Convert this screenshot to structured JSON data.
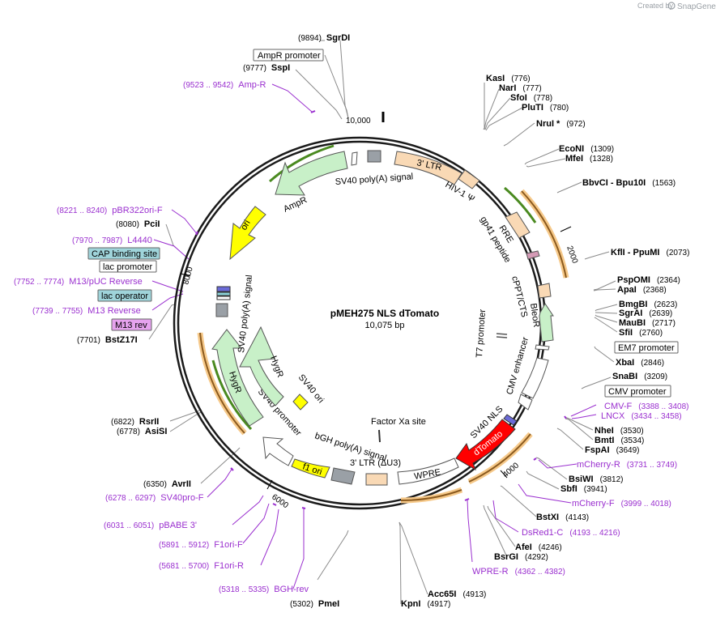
{
  "header": {
    "credit": "Created by",
    "brand": "SnapGene"
  },
  "plasmid": {
    "name": "pMEH275 NLS dTomato",
    "size_label": "10,075 bp",
    "length": 10075
  },
  "ticks": [
    "10,000",
    "2000",
    "4000",
    "6000",
    "8000"
  ],
  "sites": [
    {
      "name": "SgrDI",
      "pos": "(9894)"
    },
    {
      "name": "SspI",
      "pos": "(9777)"
    },
    {
      "name": "KasI",
      "pos": "(776)"
    },
    {
      "name": "NarI",
      "pos": "(777)"
    },
    {
      "name": "SfoI",
      "pos": "(778)"
    },
    {
      "name": "PluTI",
      "pos": "(780)"
    },
    {
      "name": "NruI *",
      "pos": "(972)"
    },
    {
      "name": "EcoNI",
      "pos": "(1309)"
    },
    {
      "name": "MfeI",
      "pos": "(1328)"
    },
    {
      "name": "BbvCI  - Bpu10I",
      "pos": "(1563)"
    },
    {
      "name": "KflI  - PpuMI",
      "pos": "(2073)"
    },
    {
      "name": "PspOMI",
      "pos": "(2364)"
    },
    {
      "name": "ApaI",
      "pos": "(2368)"
    },
    {
      "name": "BmgBI",
      "pos": "(2623)"
    },
    {
      "name": "SgrAI",
      "pos": "(2639)"
    },
    {
      "name": "MauBI",
      "pos": "(2717)"
    },
    {
      "name": "SfiI",
      "pos": "(2760)"
    },
    {
      "name": "XbaI",
      "pos": "(2846)"
    },
    {
      "name": "SnaBI",
      "pos": "(3209)"
    },
    {
      "name": "NheI",
      "pos": "(3530)"
    },
    {
      "name": "BmtI",
      "pos": "(3534)"
    },
    {
      "name": "FspAI",
      "pos": "(3649)"
    },
    {
      "name": "BsiWI",
      "pos": "(3812)"
    },
    {
      "name": "SbfI",
      "pos": "(3941)"
    },
    {
      "name": "BstXI",
      "pos": "(4143)"
    },
    {
      "name": "AfeI",
      "pos": "(4246)"
    },
    {
      "name": "BsrGI",
      "pos": "(4292)"
    },
    {
      "name": "Acc65I",
      "pos": "(4913)"
    },
    {
      "name": "KpnI",
      "pos": "(4917)"
    },
    {
      "name": "PmeI",
      "pos": "(5302)"
    },
    {
      "name": "AvrII",
      "pos": "(6350)"
    },
    {
      "name": "RsrII",
      "pos": "(6822)"
    },
    {
      "name": "AsiSI",
      "pos": "(6778)"
    },
    {
      "name": "BstZ17I",
      "pos": "(7701)"
    },
    {
      "name": "PciI",
      "pos": "(8080)"
    }
  ],
  "primers": [
    {
      "name": "Amp-R",
      "pos": "(9523 .. 9542)"
    },
    {
      "name": "pBR322ori-F",
      "pos": "(8221 .. 8240)"
    },
    {
      "name": "L4440",
      "pos": "(7970 .. 7987)"
    },
    {
      "name": "M13/pUC Reverse",
      "pos": "(7752 .. 7774)"
    },
    {
      "name": "M13 Reverse",
      "pos": "(7739 .. 7755)"
    },
    {
      "name": "CMV-F",
      "pos": "(3388 .. 3408)"
    },
    {
      "name": "LNCX",
      "pos": "(3434 .. 3458)"
    },
    {
      "name": "mCherry-R",
      "pos": "(3731 .. 3749)"
    },
    {
      "name": "mCherry-F",
      "pos": "(3999 .. 4018)"
    },
    {
      "name": "DsRed1-C",
      "pos": "(4193 .. 4216)"
    },
    {
      "name": "WPRE-R",
      "pos": "(4362 .. 4382)"
    },
    {
      "name": "SV40pro-F",
      "pos": "(6278 .. 6297)"
    },
    {
      "name": "pBABE 3'",
      "pos": "(6031 .. 6051)"
    },
    {
      "name": "F1ori-F",
      "pos": "(5891 .. 5912)"
    },
    {
      "name": "F1ori-R",
      "pos": "(5681 .. 5700)"
    },
    {
      "name": "BGH-rev",
      "pos": "(5318 .. 5335)"
    }
  ],
  "boxed_labels": [
    "AmpR promoter",
    "CAP binding site",
    "lac promoter",
    "lac operator",
    "M13 rev",
    "EM7 promoter",
    "CMV promoter"
  ],
  "feature_labels": {
    "sv40_polya_top": "SV40 poly(A) signal",
    "ampr": "AmpR",
    "ori": "ori",
    "ltr3": "3' LTR",
    "hiv": "HIV-1 Ψ",
    "rre": "RRE",
    "gp41": "gp41 peptide",
    "cppt": "cPPT/CTS",
    "bleor": "BleoR",
    "t7": "T7 promoter",
    "cmv_enh": "CMV enhancer",
    "sv40_nls": "SV40 NLS",
    "dtomato": "dTomato",
    "factor_xa": "Factor Xa site",
    "wpre": "WPRE",
    "ltr3_du3": "3' LTR (ΔU3)",
    "bgh": "bGH poly(A) signal",
    "f1ori": "f1 ori",
    "sv40_prom": "SV40 promoter",
    "sv40_ori": "SV40 ori",
    "hygr_inner": "HygR",
    "hygr_outer": "HygR",
    "sv40_polya_left": "SV40 poly(A) signal"
  },
  "colors": {
    "backbone": "#1a1a1a",
    "ampr": "#c8f0c8",
    "ori": "#ffff00",
    "ltr": "#f9d9b5",
    "promoter": "#ffffff",
    "dtomato": "#ff0000",
    "primer": "#9a2fcf",
    "orange_site": "#f0b060",
    "boxed_bg_cap": "#9fd4da",
    "boxed_bg_m13": "#e6a3ee",
    "polya": "#9aa0a6"
  }
}
